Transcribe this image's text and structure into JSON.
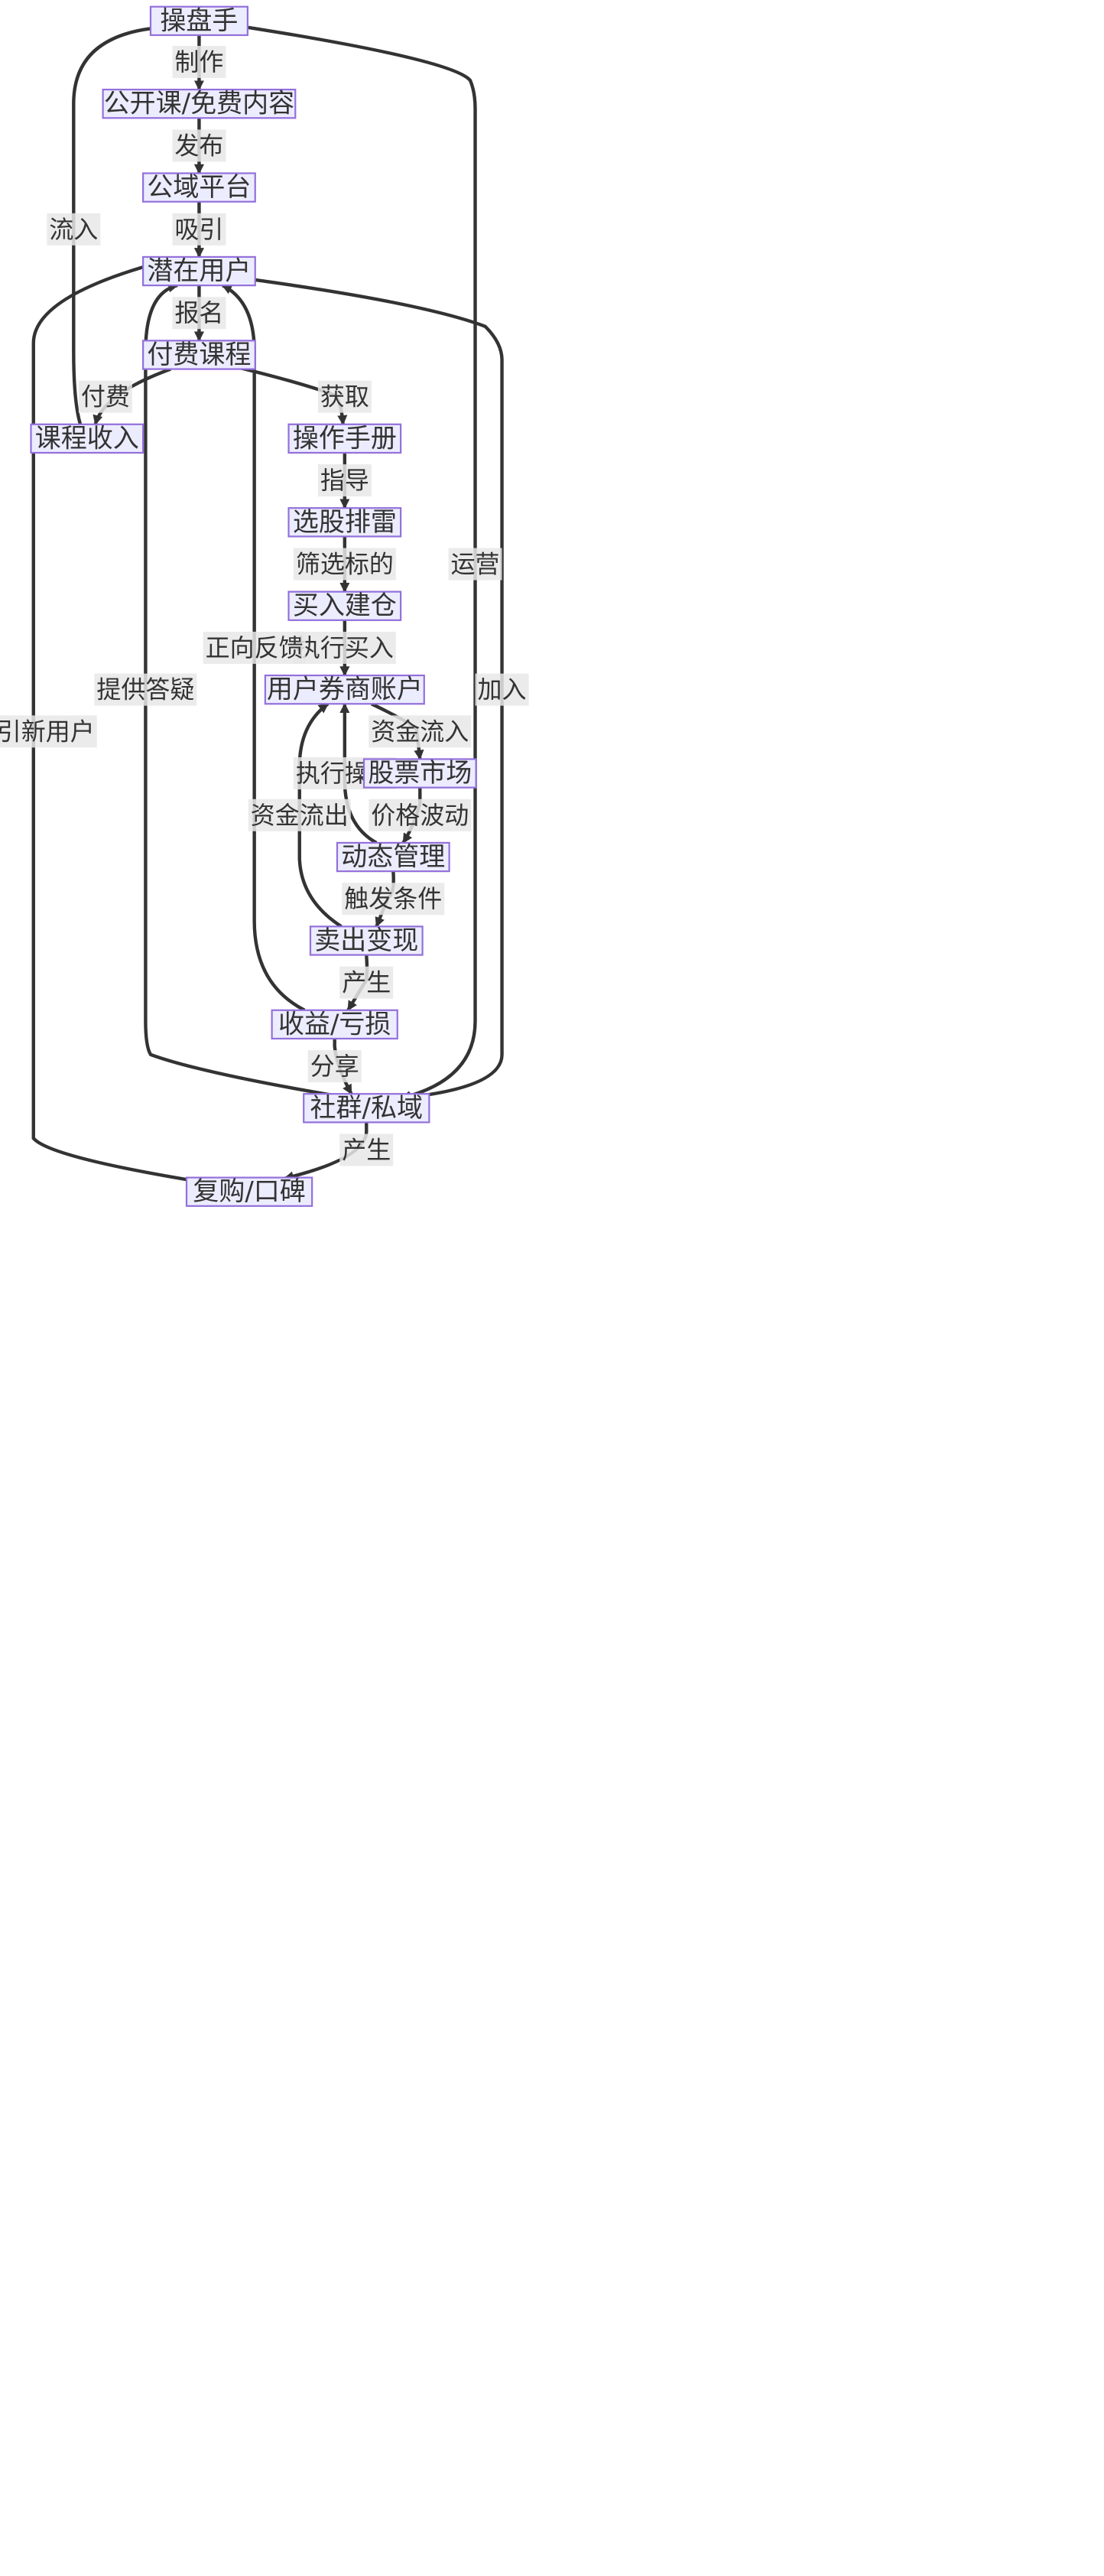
{
  "diagram": {
    "type": "flowchart",
    "colors": {
      "node_fill": "#ECECFF",
      "node_border": "#9370DB",
      "edge": "#333333",
      "label_bg": "#E8E8E8",
      "text": "#333333"
    },
    "nodes": [
      {
        "id": "trader",
        "label": "操盘手"
      },
      {
        "id": "free",
        "label": "公开课/免费内容"
      },
      {
        "id": "public",
        "label": "公域平台"
      },
      {
        "id": "potential",
        "label": "潜在用户"
      },
      {
        "id": "paid",
        "label": "付费课程"
      },
      {
        "id": "income",
        "label": "课程收入"
      },
      {
        "id": "manual",
        "label": "操作手册"
      },
      {
        "id": "select",
        "label": "选股排雷"
      },
      {
        "id": "buy",
        "label": "买入建仓"
      },
      {
        "id": "account",
        "label": "用户券商账户"
      },
      {
        "id": "market",
        "label": "股票市场"
      },
      {
        "id": "dynamic",
        "label": "动态管理"
      },
      {
        "id": "sell",
        "label": "卖出变现"
      },
      {
        "id": "profit",
        "label": "收益/亏损"
      },
      {
        "id": "community",
        "label": "社群/私域"
      },
      {
        "id": "repurchase",
        "label": "复购/口碑"
      }
    ],
    "edges": [
      {
        "from": "trader",
        "to": "free",
        "label": "制作"
      },
      {
        "from": "free",
        "to": "public",
        "label": "发布"
      },
      {
        "from": "public",
        "to": "potential",
        "label": "吸引"
      },
      {
        "from": "potential",
        "to": "paid",
        "label": "报名"
      },
      {
        "from": "paid",
        "to": "income",
        "label": "付费"
      },
      {
        "from": "income",
        "to": "trader",
        "label": "流入"
      },
      {
        "from": "paid",
        "to": "manual",
        "label": "获取"
      },
      {
        "from": "manual",
        "to": "select",
        "label": "指导"
      },
      {
        "from": "select",
        "to": "buy",
        "label": "筛选标的"
      },
      {
        "from": "buy",
        "to": "account",
        "label": "执行买入"
      },
      {
        "from": "account",
        "to": "market",
        "label": "资金流入"
      },
      {
        "from": "market",
        "to": "dynamic",
        "label": "价格波动"
      },
      {
        "from": "dynamic",
        "to": "account",
        "label": "执行操作"
      },
      {
        "from": "dynamic",
        "to": "sell",
        "label": "触发条件"
      },
      {
        "from": "sell",
        "to": "account",
        "label": "资金流出"
      },
      {
        "from": "sell",
        "to": "profit",
        "label": "产生"
      },
      {
        "from": "profit",
        "to": "potential",
        "label": "正向反馈"
      },
      {
        "from": "profit",
        "to": "community",
        "label": "分享"
      },
      {
        "from": "community",
        "to": "potential",
        "label": "提供答疑"
      },
      {
        "from": "trader",
        "to": "community",
        "label": "运营"
      },
      {
        "from": "potential",
        "to": "community",
        "label": "加入"
      },
      {
        "from": "community",
        "to": "repurchase",
        "label": "产生"
      },
      {
        "from": "repurchase",
        "to": "potential",
        "label": "吸引新用户"
      }
    ]
  }
}
